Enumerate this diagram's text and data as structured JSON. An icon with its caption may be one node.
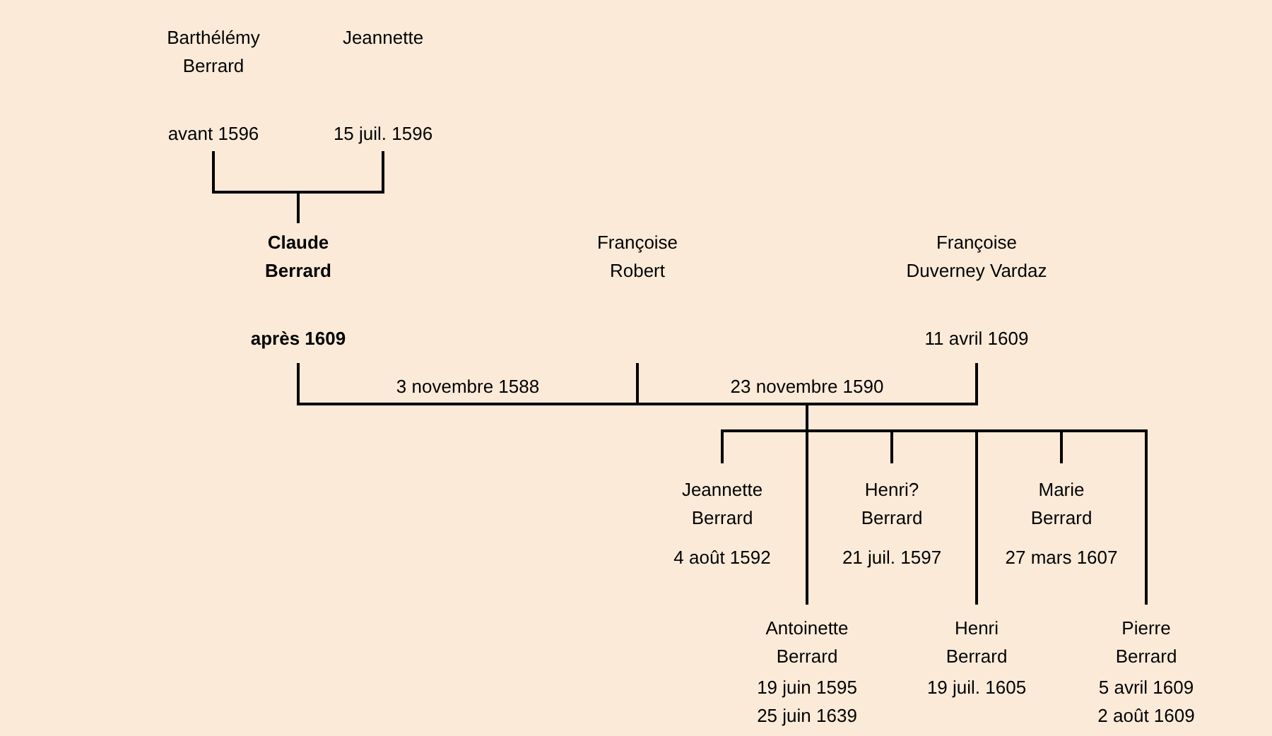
{
  "diagram": {
    "nodes": [
      {
        "text": [
          "Barthélémy Berrard",
          "avant 1596"
        ]
      },
      {
        "text": [
          "Jeannette",
          "15 juil. 1596"
        ]
      },
      {
        "text": [
          "Claude Berrard",
          "après 1609"
        ]
      },
      {
        "text": [
          "Françoise Robert"
        ]
      },
      {
        "text": [
          "Françoise Duverney Vardaz",
          "11 avril 1609"
        ]
      },
      {
        "text": [
          "Jeannette Berrard",
          "4 août 1592"
        ]
      },
      {
        "text": [
          "Henri? Berrard",
          "21 juil. 1597"
        ]
      },
      {
        "text": [
          "Marie Berrard",
          "27 mars 1607"
        ]
      },
      {
        "text": [
          "Antoinette Berrard",
          "19 juin 1595",
          "25 juin 1639"
        ]
      },
      {
        "text": [
          "Henri Berrard",
          "19 juil. 1605"
        ]
      },
      {
        "text": [
          "Pierre Berrard",
          "5 avril 1609",
          "2 août 1609"
        ]
      }
    ],
    "edges": [
      {
        "from": 0,
        "to": 1,
        "arrow": "none"
      },
      {
        "from": 0,
        "to": 2,
        "arrow": "none"
      },
      {
        "from": 1,
        "to": 2,
        "arrow": "none"
      },
      {
        "from": 2,
        "to": 3,
        "arrow": "none",
        "label": "3 novembre 1588"
      },
      {
        "from": 2,
        "to": 4,
        "arrow": "none",
        "label": "23 novembre 1590"
      },
      {
        "from": 2,
        "to": 5,
        "arrow": "none"
      },
      {
        "from": 4,
        "to": 5,
        "arrow": "none"
      },
      {
        "from": 2,
        "to": 8,
        "arrow": "none"
      },
      {
        "from": 4,
        "to": 8,
        "arrow": "none"
      },
      {
        "from": 2,
        "to": 6,
        "arrow": "none"
      },
      {
        "from": 4,
        "to": 6,
        "arrow": "none"
      },
      {
        "from": 2,
        "to": 9,
        "arrow": "none"
      },
      {
        "from": 4,
        "to": 9,
        "arrow": "none"
      },
      {
        "from": 2,
        "to": 7,
        "arrow": "none"
      },
      {
        "from": 4,
        "to": 7,
        "arrow": "none"
      },
      {
        "from": 2,
        "to": 10,
        "arrow": "none"
      },
      {
        "from": 4,
        "to": 10,
        "arrow": "none"
      }
    ]
  }
}
